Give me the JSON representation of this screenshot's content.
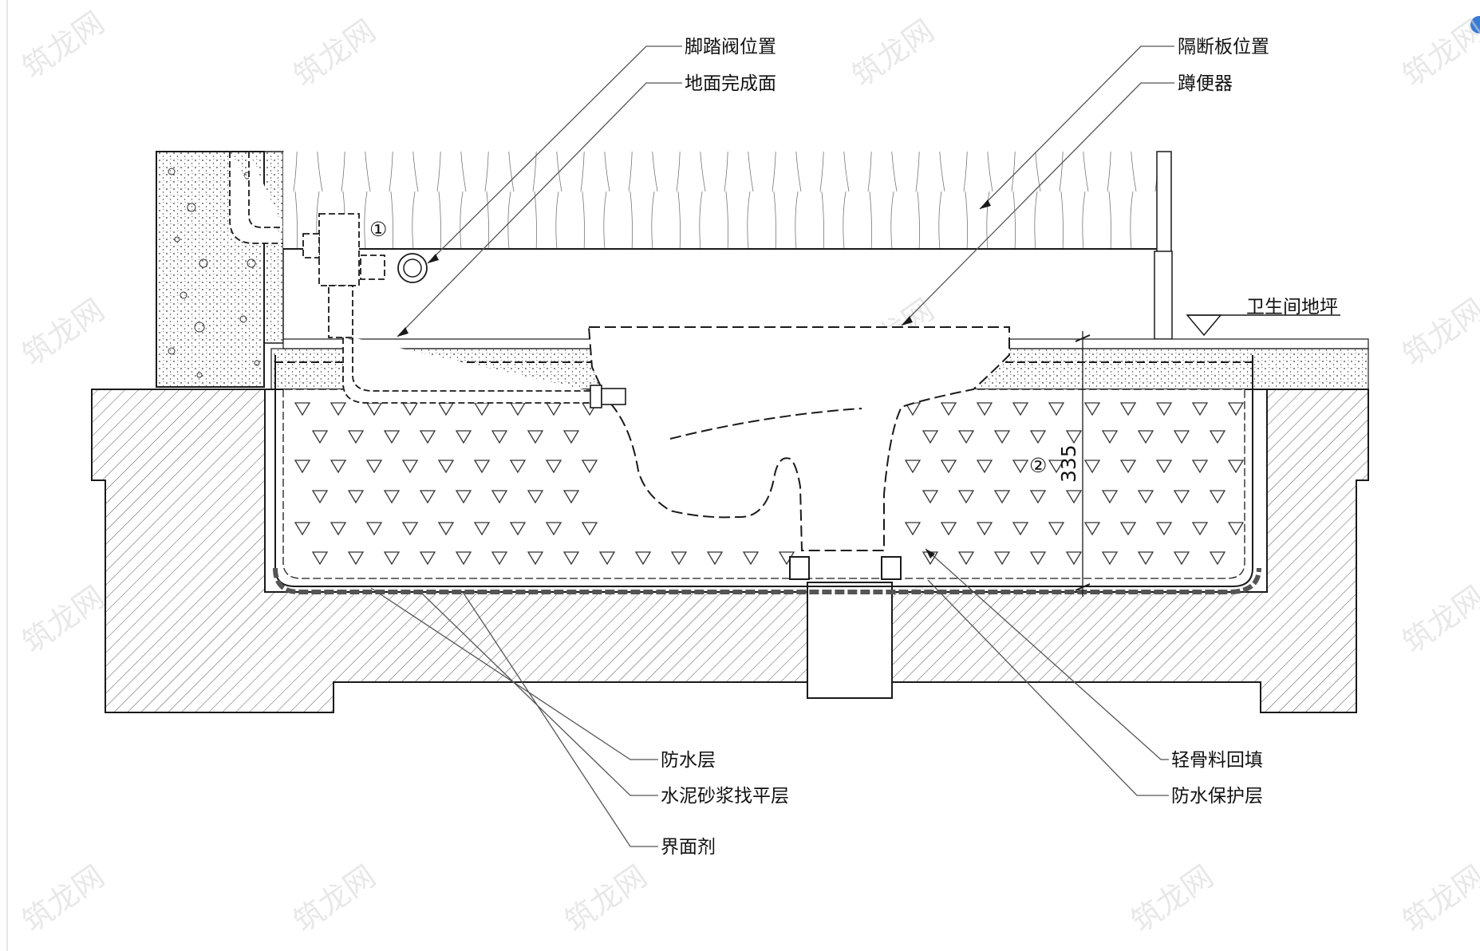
{
  "labels": {
    "foot_valve": "脚踏阀位置",
    "finished_floor": "地面完成面",
    "partition": "隔断板位置",
    "squat_toilet": "蹲便器",
    "floor_level": "卫生间地坪",
    "waterproof": "防水层",
    "leveling": "水泥砂浆找平层",
    "interface_agent": "界面剂",
    "lightweight_fill": "轻骨料回填",
    "waterproof_protection": "防水保护层"
  },
  "markers": {
    "one": "①",
    "two": "②"
  },
  "dimension": {
    "depth": "335"
  },
  "colors": {
    "line": "#1a1a1a",
    "hatch": "#444444",
    "leader": "#555555",
    "watermark": "#d6d6d6",
    "badge": "#3a7bd5"
  }
}
